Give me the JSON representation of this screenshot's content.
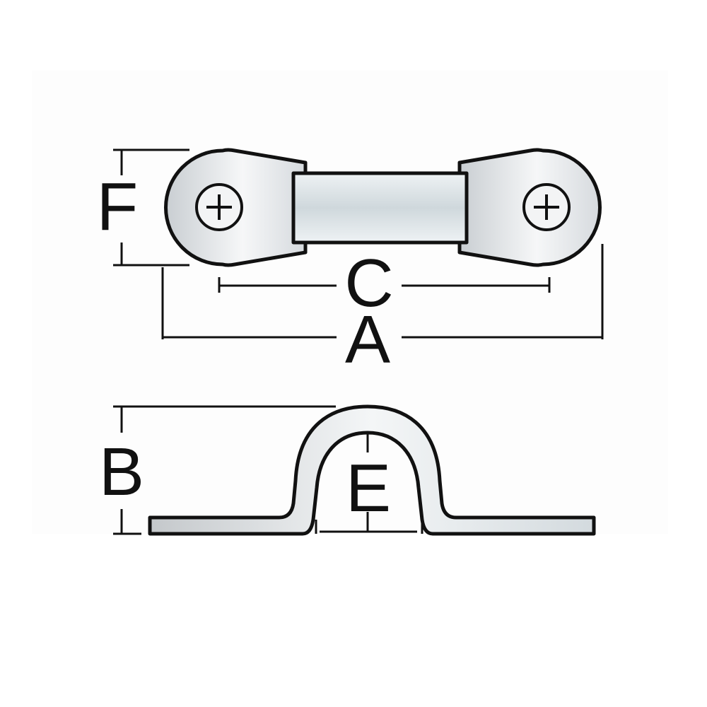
{
  "diagram": {
    "top_view": {
      "labels": {
        "width_eye": "F",
        "hole_spacing": "C",
        "overall_length": "A"
      }
    },
    "side_view": {
      "labels": {
        "height": "B",
        "inner_width": "E"
      }
    },
    "colors": {
      "metal_light": "#f4f6f7",
      "metal_dark": "#c9ced2",
      "outline": "#111111"
    }
  }
}
